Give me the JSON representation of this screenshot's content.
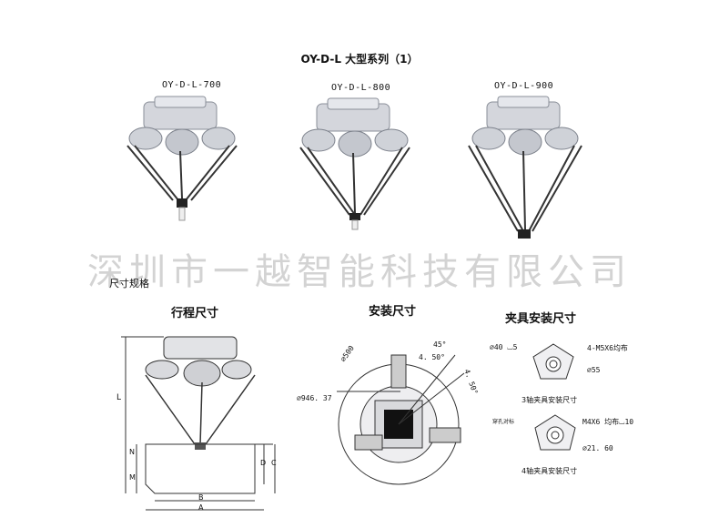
{
  "title": "OY-D-L 大型系列（1）",
  "models": [
    "OY-D-L-700",
    "OY-D-L-800",
    "OY-D-L-900"
  ],
  "watermark": "深圳市一越智能科技有限公司",
  "spec_label": "尺寸规格",
  "sections": {
    "stroke": "行程尺寸",
    "install": "安装尺寸",
    "fixture": "夹具安装尺寸"
  },
  "stroke_dims": {
    "L": "L",
    "N": "N",
    "M": "M",
    "D": "D",
    "C": "C",
    "B": "B",
    "A": "A"
  },
  "install_dims": {
    "d500": "⌀500",
    "d946": "⌀946. 37",
    "ang45": "45°",
    "ang450a": "4. 50°",
    "ang450b": "4. 50°"
  },
  "fixture_dims": {
    "top_left": "⌀40 ⌴5",
    "top_right": "4-M5X6均布",
    "top_d55": "⌀55",
    "cap3": "3轴夹具安装尺寸",
    "bot_left": "穿孔对标",
    "bot_right": "M4X6 均布⌴10",
    "bot_d21": "⌀21. 60",
    "cap4": "4轴夹具安装尺寸"
  }
}
